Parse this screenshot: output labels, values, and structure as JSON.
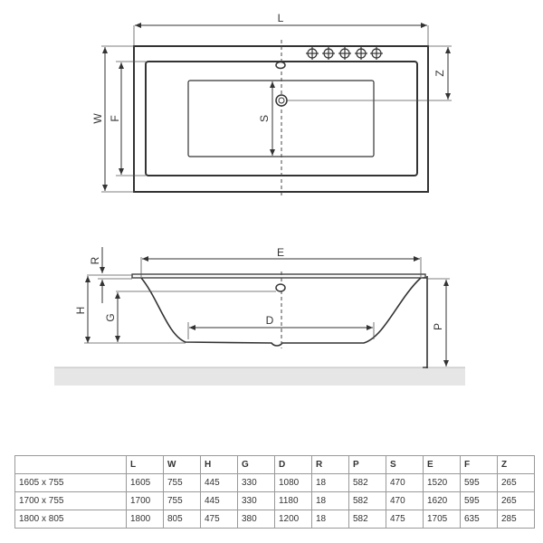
{
  "diagram": {
    "top_view": {
      "labels": {
        "length": "L",
        "width": "W",
        "inner_width": "F",
        "drain_offset": "Z",
        "drain_to_edge": "S"
      },
      "tap_holes": 5
    },
    "side_view": {
      "labels": {
        "rim_thickness": "R",
        "height": "H",
        "overflow_height": "G",
        "top_inner_length": "E",
        "bottom_length": "D",
        "panel_height": "P"
      }
    }
  },
  "table": {
    "headers": [
      "",
      "L",
      "W",
      "H",
      "G",
      "D",
      "R",
      "P",
      "S",
      "E",
      "F",
      "Z"
    ],
    "rows": [
      [
        "1605 x 755",
        "1605",
        "755",
        "445",
        "330",
        "1080",
        "18",
        "582",
        "470",
        "1520",
        "595",
        "265"
      ],
      [
        "1700 x 755",
        "1700",
        "755",
        "445",
        "330",
        "1180",
        "18",
        "582",
        "470",
        "1620",
        "595",
        "265"
      ],
      [
        "1800 x 805",
        "1800",
        "805",
        "475",
        "380",
        "1200",
        "18",
        "582",
        "475",
        "1705",
        "635",
        "285"
      ]
    ]
  },
  "colors": {
    "line": "#333333",
    "dim_line": "#555555",
    "floor": "#e6e6e6",
    "table_border": "#999999"
  }
}
